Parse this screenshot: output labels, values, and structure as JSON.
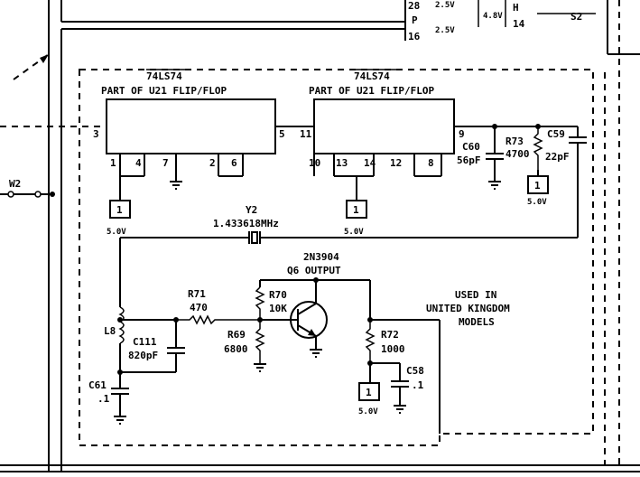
{
  "top": {
    "pin28": "28",
    "pin_p": "P",
    "pin16": "16",
    "v1": "2.5V",
    "v2": "2.5V",
    "v3": "4.8V",
    "h": "H",
    "pin14": "14",
    "s2": "S2"
  },
  "w2": "W2",
  "u21a": {
    "part": "74LS74",
    "desc": "PART OF U21 FLIP/FLOP",
    "pins": {
      "p3": "3",
      "p5": "5",
      "p1": "1",
      "p4": "4",
      "p7": "7",
      "p2": "2",
      "p6": "6"
    }
  },
  "u21b": {
    "part": "74LS74",
    "desc": "PART OF U21 FLIP/FLOP",
    "pins": {
      "p11": "11",
      "p9": "9",
      "p10": "10",
      "p13": "13",
      "p14": "14",
      "p12": "12",
      "p8": "8"
    }
  },
  "supply": {
    "box": "1",
    "volt": "5.0V"
  },
  "c60": {
    "name": "C60",
    "value": "56pF"
  },
  "r73": {
    "name": "R73",
    "value": "4700"
  },
  "c59": {
    "name": "C59",
    "value": "22pF"
  },
  "y2": {
    "name": "Y2",
    "freq": "1.433618MHz"
  },
  "q6": {
    "part": "2N3904",
    "name": "Q6 OUTPUT"
  },
  "r71": {
    "name": "R71",
    "value": "470"
  },
  "r70": {
    "name": "R70",
    "value": "10K"
  },
  "r69": {
    "name": "R69",
    "value": "6800"
  },
  "r72": {
    "name": "R72",
    "value": "1000"
  },
  "c58": {
    "name": "C58",
    "value": ".1"
  },
  "c111": {
    "name": "C111",
    "value": "820pF"
  },
  "l8": {
    "name": "L8"
  },
  "c61": {
    "name": "C61",
    "value": ".1"
  },
  "note": {
    "line1": "USED IN",
    "line2": "UNITED KINGDOM",
    "line3": "MODELS"
  }
}
